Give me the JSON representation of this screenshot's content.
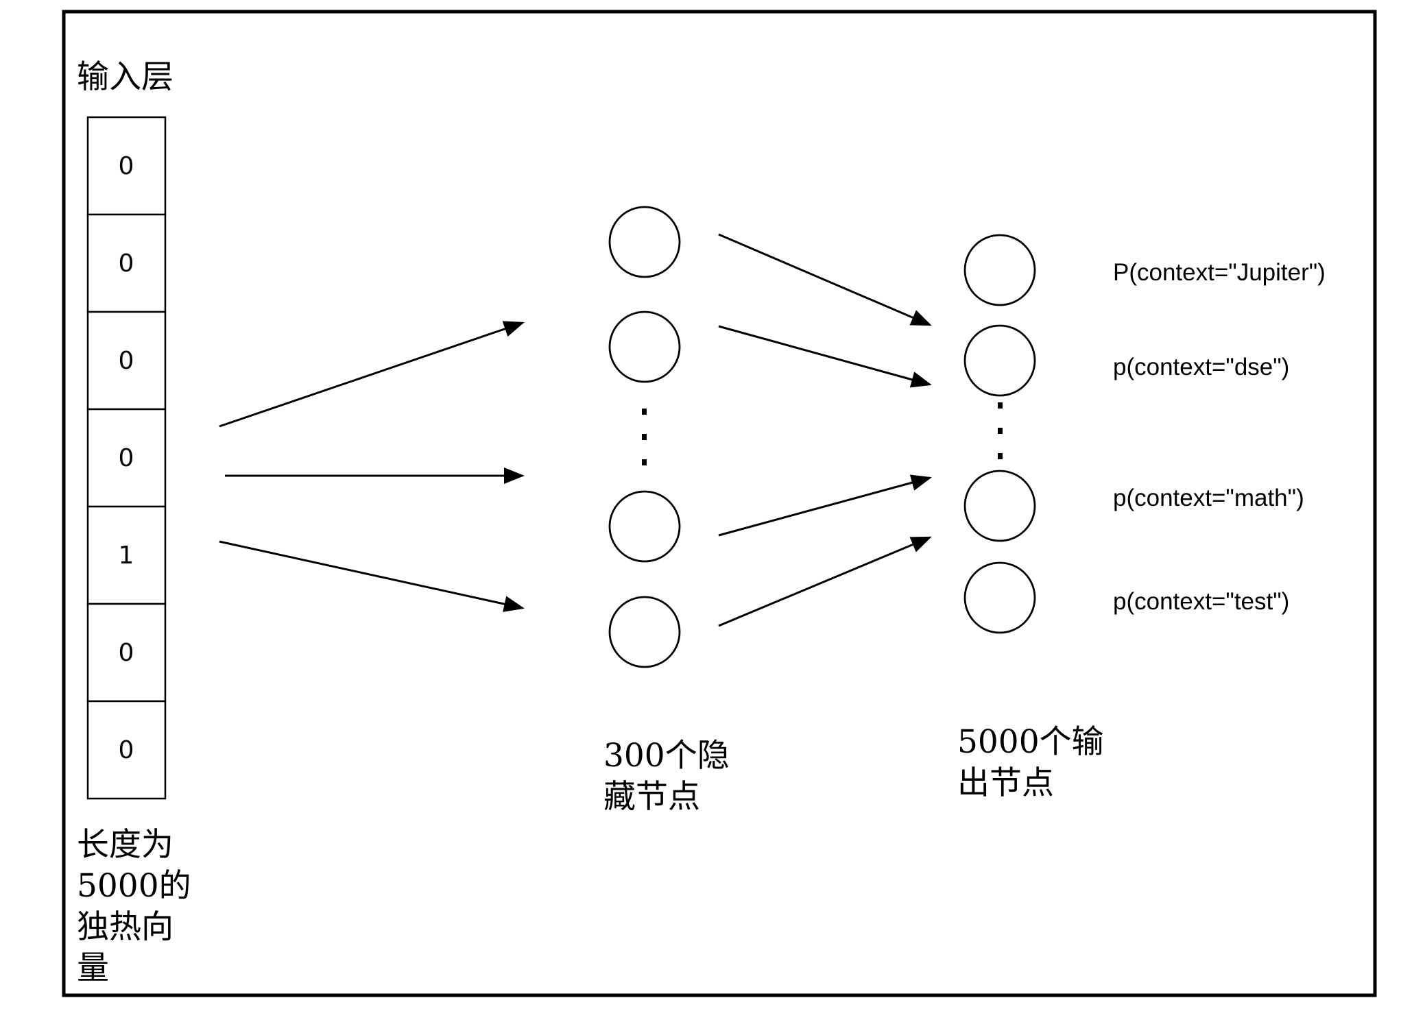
{
  "input_layer": {
    "title": "输入层",
    "cells": [
      "0",
      "0",
      "0",
      "0",
      "1",
      "0",
      "0"
    ],
    "caption": [
      "长度为",
      "5000的",
      "独热向",
      "量"
    ]
  },
  "hidden_layer": {
    "caption": [
      "300个隐",
      "藏节点"
    ]
  },
  "output_layer": {
    "caption": [
      "5000个输",
      "出节点"
    ],
    "probabilities": [
      "P(context=\"Jupiter\")",
      "p(context=\"dse\")",
      "p(context=\"math\")",
      "p(context=\"test\")"
    ]
  }
}
